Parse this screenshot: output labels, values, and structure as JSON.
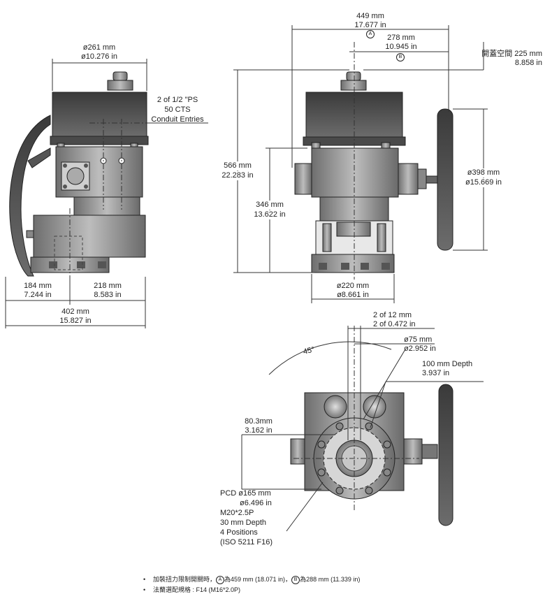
{
  "side_view": {
    "top_dia_mm": "ø261 mm",
    "top_dia_in": "ø10.276 in",
    "conduit_1": "2 of 1/2 \"PS",
    "conduit_2": "50 CTS",
    "conduit_3": "Conduit Entries",
    "left_mm": "184 mm",
    "left_in": "7.244 in",
    "right_mm": "218 mm",
    "right_in": "8.583 in",
    "total_mm": "402 mm",
    "total_in": "15.827 in"
  },
  "front_view": {
    "width_mm": "449 mm",
    "width_in": "17.677 in",
    "marker_a": "A",
    "offset_mm": "278 mm",
    "offset_in": "10.945 in",
    "marker_b": "B",
    "cover_space_1": "開蓋空間 225 mm",
    "cover_space_2": "8.858 in",
    "height_mm": "566 mm",
    "height_in": "22.283 in",
    "mid_mm": "346 mm",
    "mid_in": "13.622 in",
    "wheel_mm": "ø398 mm",
    "wheel_in": "ø15.669 in",
    "base_mm": "ø220 mm",
    "base_in": "ø8.661 in"
  },
  "bottom_view": {
    "key_1": "2 of 12 mm",
    "key_2": "2 of 0.472 in",
    "bore_mm": "ø75 mm",
    "bore_in": "ø2.952 in",
    "depth_1": "100 mm Depth",
    "depth_2": "3.937 in",
    "angle": "45°",
    "off_mm": "80.3mm",
    "off_in": "3.162 in",
    "pcd_1": "PCD ø165 mm",
    "pcd_2": "ø6.496 in",
    "pcd_3": "M20*2.5P",
    "pcd_4": "30 mm Depth",
    "pcd_5": "4 Positions",
    "pcd_6": "(ISO 5211 F16)"
  },
  "notes": {
    "line1_a": "加裝扭力限制開關時，",
    "line1_b": "A",
    "line1_c": "為459 mm (18.071 in)，",
    "line1_d": "B",
    "line1_e": "為288 mm (11.339 in)",
    "line2": "法蘭選配規格 : F14 (M16*2.0P)"
  }
}
